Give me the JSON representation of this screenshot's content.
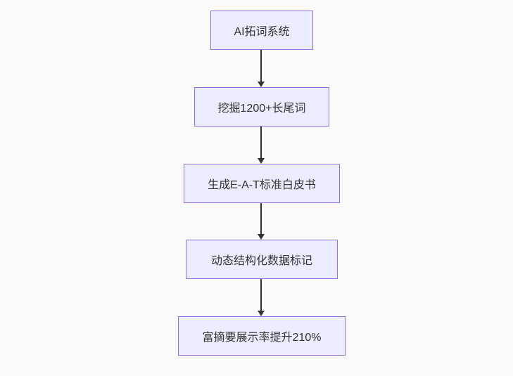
{
  "diagram": {
    "type": "flowchart-top-down",
    "background_color": "#fafafa",
    "node_fill_color": "#ececff",
    "node_border_color": "#9370db",
    "node_text_color": "#333333",
    "arrow_color": "#333333",
    "nodes": [
      {
        "id": "A",
        "label": "AI拓词系统"
      },
      {
        "id": "B",
        "label": "挖掘1200+长尾词"
      },
      {
        "id": "C",
        "label": "生成E-A-T标准白皮书"
      },
      {
        "id": "D",
        "label": "动态结构化数据标记"
      },
      {
        "id": "E",
        "label": "富摘要展示率提升210%"
      }
    ],
    "edges": [
      {
        "from": "A",
        "to": "B"
      },
      {
        "from": "B",
        "to": "C"
      },
      {
        "from": "C",
        "to": "D"
      },
      {
        "from": "D",
        "to": "E"
      }
    ]
  }
}
